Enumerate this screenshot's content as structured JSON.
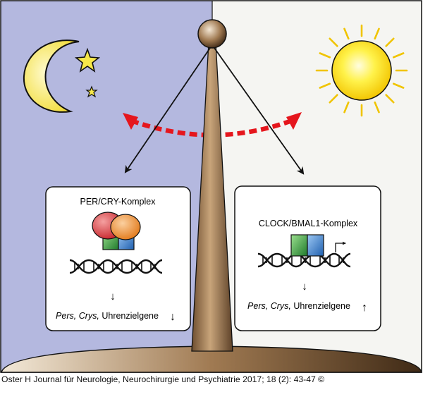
{
  "left_box": {
    "title": "PER/CRY-Komplex",
    "genes_text": "Pers, Crys, Uhrenzielgene",
    "genes_arrow": "↓",
    "down_arrow": "↓"
  },
  "right_box": {
    "title": "CLOCK/BMAL1-Komplex",
    "genes_text": "Pers, Crys, Uhrenzielgene",
    "genes_arrow": "↑",
    "down_arrow": "↓"
  },
  "citation": "Oster H Journal für Neurologie, Neurochirurgie und Psychiatrie 2017; 18 (2): 43-47 ©",
  "colors": {
    "night_bg": "#b4b8df",
    "day_bg": "#f5f5f2",
    "moon": "#f7e84a",
    "sun": "#ffe300",
    "sun_rays": "#f0c400",
    "pendulum": "#a07a52",
    "oscillation_arrow": "#e5161d",
    "per_red": "#d9383e",
    "cry_orange": "#ef8a2c",
    "green_protein": "#2e9a3d",
    "blue_protein": "#2f78c8"
  },
  "icons": [
    "moon-icon",
    "star-icon",
    "sun-icon",
    "pendulum-icon",
    "dna-icon",
    "promoter-arrow-icon"
  ]
}
